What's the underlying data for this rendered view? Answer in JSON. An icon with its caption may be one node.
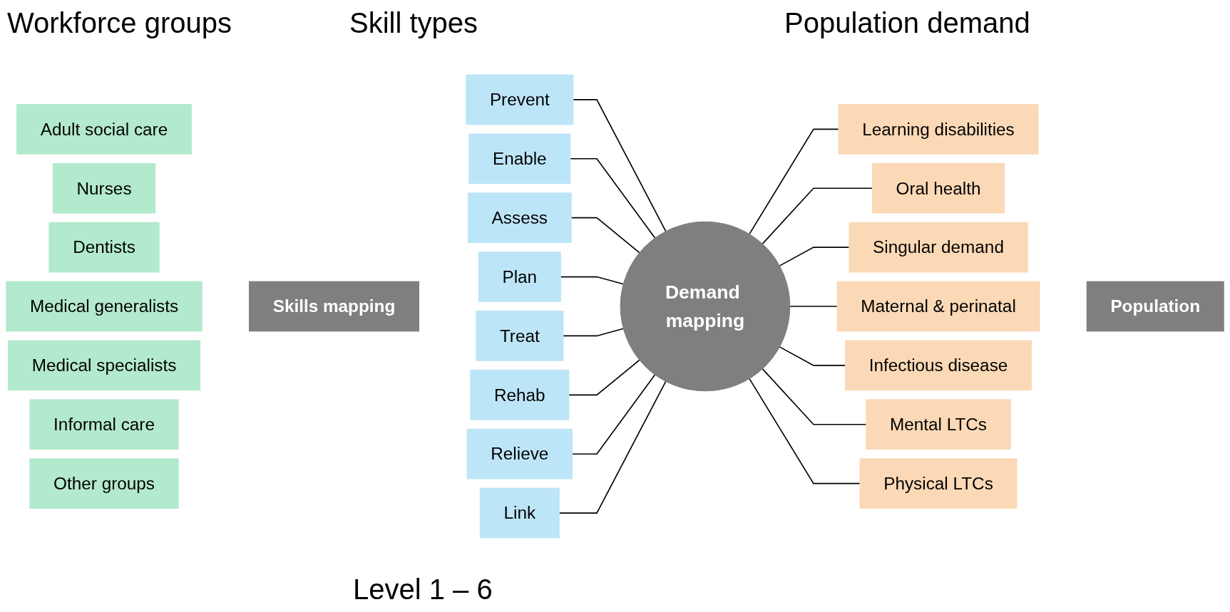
{
  "diagram": {
    "nodes": [
      {
        "text": [
          "Adult social care"
        ]
      },
      {
        "text": [
          "Nurses"
        ]
      },
      {
        "text": [
          "Dentists"
        ]
      },
      {
        "text": [
          "Medical generalists"
        ]
      },
      {
        "text": [
          "Medical specialists"
        ]
      },
      {
        "text": [
          "Informal care"
        ]
      },
      {
        "text": [
          "Other groups"
        ]
      },
      {
        "text": [
          "Skills mapping"
        ]
      },
      {
        "text": [
          "Prevent"
        ]
      },
      {
        "text": [
          "Enable"
        ]
      },
      {
        "text": [
          "Assess"
        ]
      },
      {
        "text": [
          "Plan"
        ]
      },
      {
        "text": [
          "Treat"
        ]
      },
      {
        "text": [
          "Rehab"
        ]
      },
      {
        "text": [
          "Relieve"
        ]
      },
      {
        "text": [
          "Link"
        ]
      },
      {
        "text": [
          "Demand mapping"
        ]
      },
      {
        "text": [
          "Learning disabilities"
        ]
      },
      {
        "text": [
          "Oral health"
        ]
      },
      {
        "text": [
          "Singular demand"
        ]
      },
      {
        "text": [
          "Maternal & perinatal"
        ]
      },
      {
        "text": [
          "Infectious disease"
        ]
      },
      {
        "text": [
          "Mental LTCs"
        ]
      },
      {
        "text": [
          "Physical LTCs"
        ]
      },
      {
        "text": [
          "Population"
        ]
      }
    ],
    "edges": [
      {
        "from": 8,
        "to": 16,
        "arrow": "none"
      },
      {
        "from": 9,
        "to": 16,
        "arrow": "none"
      },
      {
        "from": 10,
        "to": 16,
        "arrow": "none"
      },
      {
        "from": 11,
        "to": 16,
        "arrow": "none"
      },
      {
        "from": 12,
        "to": 16,
        "arrow": "none"
      },
      {
        "from": 13,
        "to": 16,
        "arrow": "none"
      },
      {
        "from": 14,
        "to": 16,
        "arrow": "none"
      },
      {
        "from": 15,
        "to": 16,
        "arrow": "none"
      },
      {
        "from": 16,
        "to": 17,
        "arrow": "none"
      },
      {
        "from": 16,
        "to": 18,
        "arrow": "none"
      },
      {
        "from": 16,
        "to": 19,
        "arrow": "none"
      },
      {
        "from": 16,
        "to": 20,
        "arrow": "none"
      },
      {
        "from": 16,
        "to": 21,
        "arrow": "none"
      },
      {
        "from": 16,
        "to": 22,
        "arrow": "none"
      },
      {
        "from": 16,
        "to": 23,
        "arrow": "none"
      }
    ],
    "labels": [
      "Workforce groups",
      "Skill types",
      "Population demand",
      "Level 1 – 6"
    ]
  }
}
